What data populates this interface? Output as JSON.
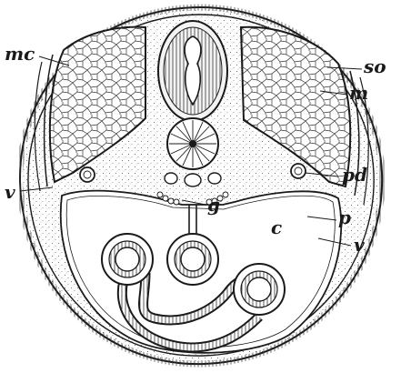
{
  "figure": {
    "labels": {
      "mc": "mc",
      "so": "so",
      "m": "m",
      "v_left": "v",
      "pd": "pd",
      "g": "g",
      "c": "c",
      "p": "p",
      "v_right": "v"
    }
  }
}
